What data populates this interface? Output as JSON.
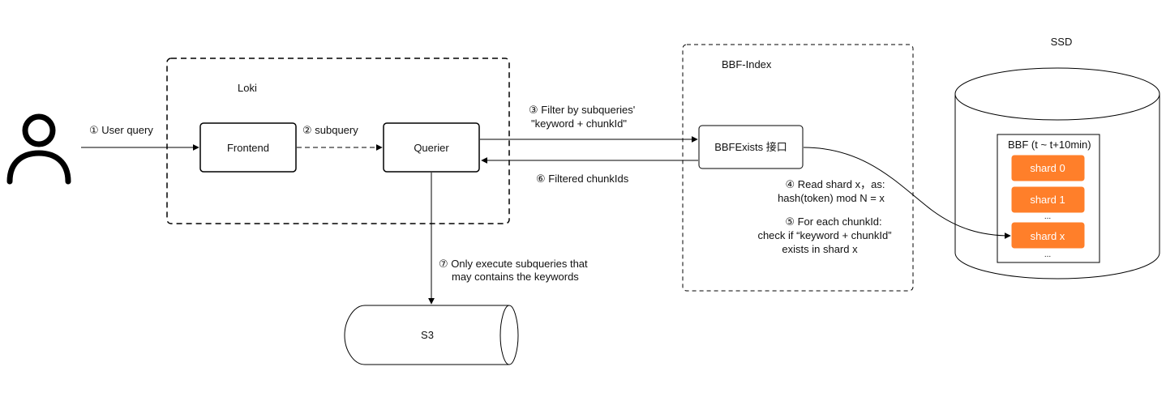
{
  "groups": {
    "loki": "Loki",
    "bbf_index": "BBF-Index",
    "ssd": "SSD"
  },
  "nodes": {
    "frontend": "Frontend",
    "querier": "Querier",
    "bbf_exists": "BBFExists 接口",
    "s3": "S3"
  },
  "ssd_store": {
    "box_title": "BBF (t ~ t+10min)",
    "shards": [
      "shard 0",
      "shard 1",
      "shard x"
    ],
    "ellipsis_1": "...",
    "ellipsis_2": "..."
  },
  "steps": {
    "step1": "① User query",
    "step2": "② subquery",
    "step3_line1": "③ Filter by subqueries'",
    "step3_line2": "\"keyword + chunkId\"",
    "step4_line1": "④ Read shard x，as:",
    "step4_line2": "hash(token) mod N = x",
    "step5_line1": "⑤ For each chunkId:",
    "step5_line2": "check if “keyword + chunkId”",
    "step5_line3": "exists in shard x",
    "step6": "⑥ Filtered chunkIds",
    "step7_line1": "⑦ Only execute subqueries that",
    "step7_line2": "may contains the keywords"
  },
  "colors": {
    "shard_fill": "#FF7F2A",
    "shard_text": "#ffffff",
    "stroke": "#000000"
  }
}
